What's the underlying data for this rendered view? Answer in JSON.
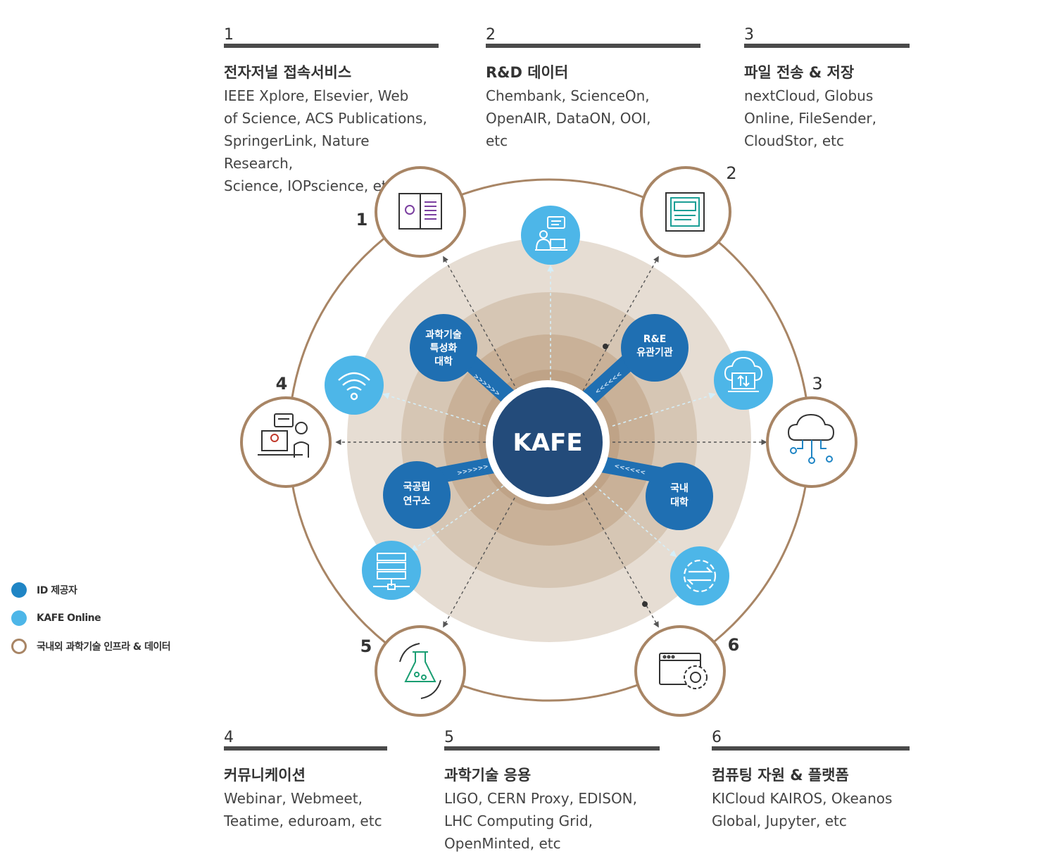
{
  "blocks": [
    {
      "num": "1",
      "title": "전자저널 접속서비스",
      "desc": "IEEE Xplore, Elsevier, Web\nof Science, ACS Publications,\nSpringerLink, Nature Research,\nScience, IOPscience, etc"
    },
    {
      "num": "2",
      "title": "R&D 데이터",
      "desc": "Chembank, ScienceOn,\nOpenAIR, DataON, OOI,\netc"
    },
    {
      "num": "3",
      "title": "파일 전송 & 저장",
      "desc": "nextCloud, Globus\nOnline, FileSender,\nCloudStor, etc"
    },
    {
      "num": "4",
      "title": "커뮤니케이션",
      "desc": "Webinar, Webmeet,\nTeatime, eduroam, etc"
    },
    {
      "num": "5",
      "title": "과학기술 응용",
      "desc": "LIGO, CERN Proxy, EDISON,\nLHC Computing Grid,\nOpenMinted, etc"
    },
    {
      "num": "6",
      "title": "컴퓨팅 자원 & 플랫폼",
      "desc": "KICloud KAIROS, Okeanos\nGlobal, Jupyter, etc"
    }
  ],
  "center": {
    "label": "KAFE"
  },
  "id_providers": [
    {
      "line1": "과학기술",
      "line2": "특성화",
      "line3": "대학"
    },
    {
      "line1": "R&E",
      "line2": "유관기관",
      "line3": ""
    },
    {
      "line1": "국공립",
      "line2": "연구소",
      "line3": ""
    },
    {
      "line1": "국내",
      "line2": "대학",
      "line3": ""
    }
  ],
  "ring_numbers": [
    "1",
    "2",
    "3",
    "4",
    "5",
    "6"
  ],
  "ring_icons": [
    "journal-icon",
    "data-chip-icon",
    "cloud-transfer-icon",
    "communication-icon",
    "science-flask-icon",
    "computing-settings-icon"
  ],
  "online_icons": [
    "user-chat-icon",
    "cloud-upload-icon",
    "transfer-arrows-icon",
    "server-icon",
    "wifi-icon"
  ],
  "legend": [
    {
      "label": "ID 제공자",
      "color": "#1f85c5",
      "style": "filled"
    },
    {
      "label": "KAFE Online",
      "color": "#4db6e8",
      "style": "filled"
    },
    {
      "label": "국내외 과학기술 인프라 & 데이터",
      "color": "#a88565",
      "style": "outline"
    }
  ],
  "colors": {
    "id_provider": "#1f6fb2",
    "online": "#4db6e8",
    "ring": "#a88565",
    "center": "#234b7a"
  }
}
